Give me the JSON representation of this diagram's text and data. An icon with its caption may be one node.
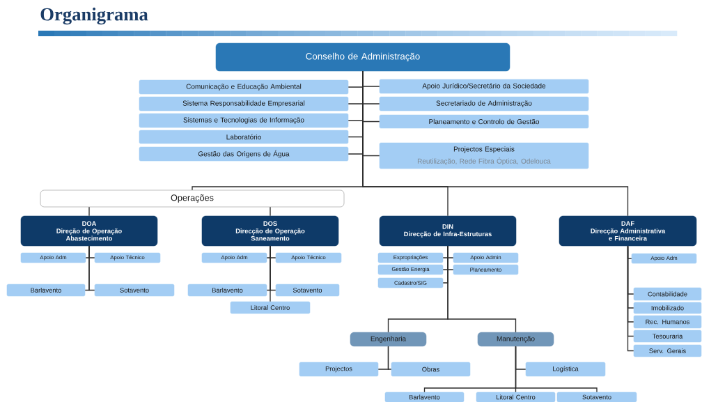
{
  "diagram": {
    "title": "Organigrama",
    "nodes": [
      {
        "text": [
          "Conselho de Administração"
        ]
      },
      {
        "text": [
          "Comunicação e Educação Ambiental"
        ]
      },
      {
        "text": [
          "Sistema Responsabilidade Empresarial"
        ]
      },
      {
        "text": [
          "Sistemas e Tecnologias de Informação"
        ]
      },
      {
        "text": [
          "Laboratório"
        ]
      },
      {
        "text": [
          "Gestão das Origens de Água"
        ]
      },
      {
        "text": [
          "Apoio Jurídico/Secretário da Sociedade"
        ]
      },
      {
        "text": [
          "Secretariado de Administração"
        ]
      },
      {
        "text": [
          "Planeamento e Controlo de Gestão"
        ]
      },
      {
        "text": [
          "Projectos Especiais",
          "Reutilização, Rede Fibra Óptica, Odelouca"
        ]
      },
      {
        "text": [
          "Operações"
        ]
      },
      {
        "text": [
          "DOA",
          "Direção de Operação Abastecimento"
        ]
      },
      {
        "text": [
          "DOS",
          "Direcção de Operação Saneamento"
        ]
      },
      {
        "text": [
          "DIN",
          "Direcção de Infra-Estruturas"
        ]
      },
      {
        "text": [
          "DAF",
          "Direcção Administrativa e Financeira"
        ]
      },
      {
        "text": [
          "Apoio Adm"
        ]
      },
      {
        "text": [
          "Apoio Técnico"
        ]
      },
      {
        "text": [
          "Barlavento"
        ]
      },
      {
        "text": [
          "Sotavento"
        ]
      },
      {
        "text": [
          "Apoio Adm"
        ]
      },
      {
        "text": [
          "Apoio Técnico"
        ]
      },
      {
        "text": [
          "Barlavento"
        ]
      },
      {
        "text": [
          "Sotavento"
        ]
      },
      {
        "text": [
          "Litoral Centro"
        ]
      },
      {
        "text": [
          "Expropriações"
        ]
      },
      {
        "text": [
          "Apoio Admin"
        ]
      },
      {
        "text": [
          "Gestão Energia"
        ]
      },
      {
        "text": [
          "Planeamento"
        ]
      },
      {
        "text": [
          "Cadastro/SIG"
        ]
      },
      {
        "text": [
          "Engenharia"
        ]
      },
      {
        "text": [
          "Manutenção"
        ]
      },
      {
        "text": [
          "Projectos"
        ]
      },
      {
        "text": [
          "Obras"
        ]
      },
      {
        "text": [
          "Logística"
        ]
      },
      {
        "text": [
          "Barlavento"
        ]
      },
      {
        "text": [
          "Litoral Centro"
        ]
      },
      {
        "text": [
          "Sotavento"
        ]
      },
      {
        "text": [
          "Apoio Adm"
        ]
      },
      {
        "text": [
          "Contabilidade"
        ]
      },
      {
        "text": [
          "Imobilizado"
        ]
      },
      {
        "text": [
          "Rec. Humanos"
        ]
      },
      {
        "text": [
          "Tesouraria"
        ]
      },
      {
        "text": [
          "Serv. Gerais"
        ]
      }
    ],
    "edges": [
      {
        "from": 0,
        "to": 1,
        "arrow": "none"
      },
      {
        "from": 0,
        "to": 2,
        "arrow": "none"
      },
      {
        "from": 0,
        "to": 3,
        "arrow": "none"
      },
      {
        "from": 0,
        "to": 4,
        "arrow": "none"
      },
      {
        "from": 0,
        "to": 5,
        "arrow": "none"
      },
      {
        "from": 0,
        "to": 6,
        "arrow": "none"
      },
      {
        "from": 0,
        "to": 7,
        "arrow": "none"
      },
      {
        "from": 0,
        "to": 8,
        "arrow": "none"
      },
      {
        "from": 0,
        "to": 9,
        "arrow": "none"
      },
      {
        "from": 0,
        "to": 10,
        "arrow": "none"
      },
      {
        "from": 10,
        "to": 11,
        "arrow": "none"
      },
      {
        "from": 10,
        "to": 12,
        "arrow": "none"
      },
      {
        "from": 0,
        "to": 13,
        "arrow": "none"
      },
      {
        "from": 0,
        "to": 14,
        "arrow": "none"
      },
      {
        "from": 11,
        "to": 15,
        "arrow": "none"
      },
      {
        "from": 11,
        "to": 16,
        "arrow": "none"
      },
      {
        "from": 11,
        "to": 17,
        "arrow": "none"
      },
      {
        "from": 11,
        "to": 18,
        "arrow": "none"
      },
      {
        "from": 12,
        "to": 19,
        "arrow": "none"
      },
      {
        "from": 12,
        "to": 20,
        "arrow": "none"
      },
      {
        "from": 12,
        "to": 21,
        "arrow": "none"
      },
      {
        "from": 12,
        "to": 22,
        "arrow": "none"
      },
      {
        "from": 12,
        "to": 23,
        "arrow": "none"
      },
      {
        "from": 13,
        "to": 24,
        "arrow": "none"
      },
      {
        "from": 13,
        "to": 25,
        "arrow": "none"
      },
      {
        "from": 13,
        "to": 26,
        "arrow": "none"
      },
      {
        "from": 13,
        "to": 27,
        "arrow": "none"
      },
      {
        "from": 13,
        "to": 28,
        "arrow": "none"
      },
      {
        "from": 13,
        "to": 29,
        "arrow": "none"
      },
      {
        "from": 13,
        "to": 30,
        "arrow": "none"
      },
      {
        "from": 29,
        "to": 31,
        "arrow": "none"
      },
      {
        "from": 29,
        "to": 32,
        "arrow": "none"
      },
      {
        "from": 30,
        "to": 33,
        "arrow": "none"
      },
      {
        "from": 30,
        "to": 34,
        "arrow": "none"
      },
      {
        "from": 30,
        "to": 35,
        "arrow": "none"
      },
      {
        "from": 30,
        "to": 36,
        "arrow": "none"
      },
      {
        "from": 14,
        "to": 37,
        "arrow": "none"
      },
      {
        "from": 14,
        "to": 38,
        "arrow": "none"
      },
      {
        "from": 14,
        "to": 39,
        "arrow": "none"
      },
      {
        "from": 14,
        "to": 40,
        "arrow": "none"
      },
      {
        "from": 14,
        "to": 41,
        "arrow": "none"
      },
      {
        "from": 14,
        "to": 42,
        "arrow": "none"
      }
    ]
  }
}
